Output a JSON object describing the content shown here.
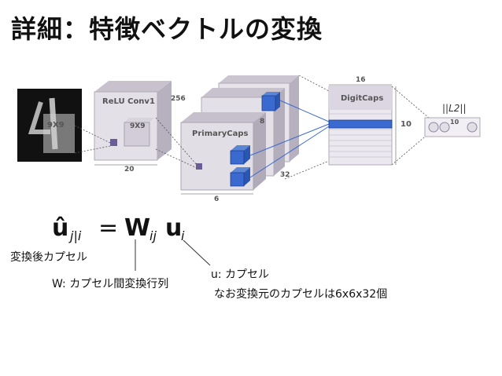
{
  "title": "詳細：特徴ベクトルの変換",
  "diagram": {
    "input_kernel": "9X9",
    "relu_label": "ReLU Conv1",
    "relu_kernel": "9X9",
    "relu_depth": "256",
    "relu_size": "20",
    "primary_label": "PrimaryCaps",
    "primary_depth": "8",
    "primary_channels": "32",
    "primary_size": "6",
    "digit_label": "DigitCaps",
    "digit_dim": "16",
    "digit_count": "10",
    "norm_label": "||L2||",
    "norm_count": "10"
  },
  "equation": {
    "u_hat": "û",
    "u_hat_sub": "j|i",
    "equals": "=",
    "W": "W",
    "W_sub": "ij",
    "u": "u",
    "u_sub": "i"
  },
  "annotations": {
    "u_hat_desc": "変換後カプセル",
    "W_desc": "W: カプセル間変換行列",
    "u_desc": "u: カプセル",
    "u_note": "なお変換元のカプセルは6x6x32個"
  }
}
